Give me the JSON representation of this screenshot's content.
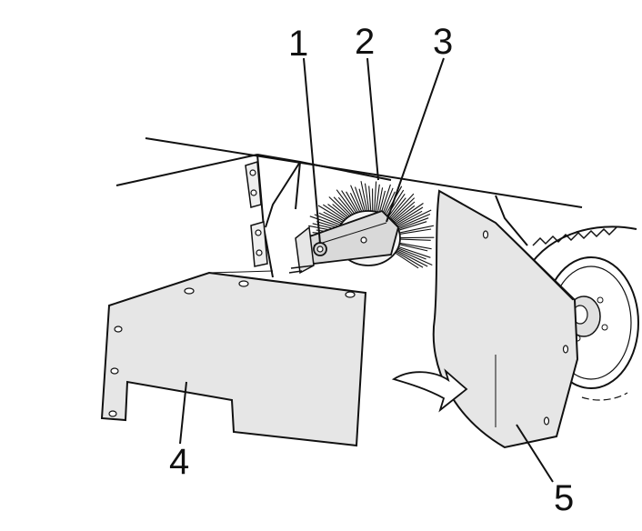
{
  "callouts": [
    {
      "id": "1",
      "label": "1"
    },
    {
      "id": "2",
      "label": "2"
    },
    {
      "id": "3",
      "label": "3"
    },
    {
      "id": "4",
      "label": "4"
    },
    {
      "id": "5",
      "label": "5"
    }
  ],
  "colors": {
    "line": "#111111",
    "panel_fill": "#e6e6e6",
    "hub_fill": "#d9d9d9",
    "background": "#ffffff"
  }
}
